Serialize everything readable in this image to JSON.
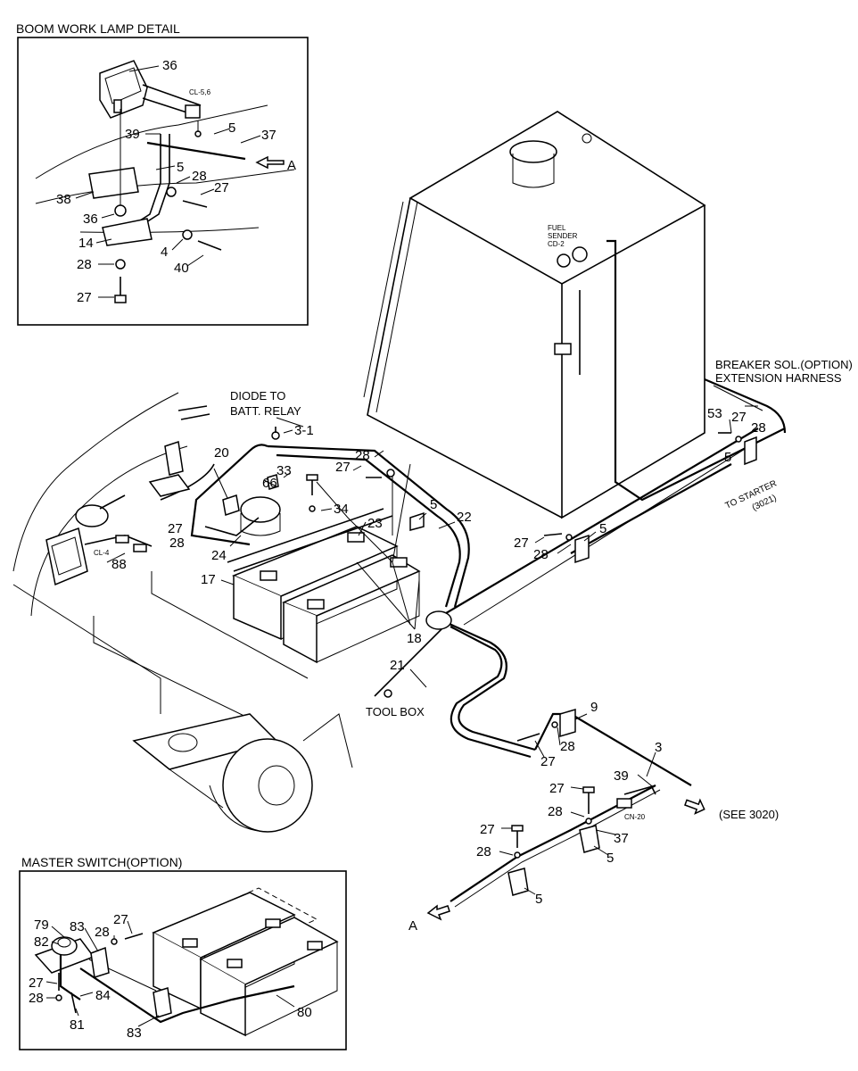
{
  "panels": {
    "boom_work_lamp": "BOOM WORK LAMP DETAIL",
    "master_switch": "MASTER SWITCH(OPTION)"
  },
  "labels": {
    "diode_line1": "DIODE TO",
    "diode_line2": "BATT. RELAY",
    "breaker_line1": "BREAKER SOL.(OPTION)",
    "breaker_line2": "EXTENSION HARNESS",
    "to_starter_line1": "TO STARTER",
    "to_starter_line2": "(3021)",
    "tool_box": "TOOL BOX",
    "see_3020": "(SEE 3020)",
    "arrow_a_main": "A",
    "arrow_a_detail": "A",
    "fuel_line1": "FUEL",
    "fuel_line2": "SENDER",
    "fuel_line3": "CD-2",
    "cl56": "CL-5,6",
    "cl4": "CL-4",
    "cn20": "CN-20"
  },
  "callouts": {
    "d36a": "36",
    "d39": "39",
    "d5a": "5",
    "d37": "37",
    "d5b": "5",
    "d28a": "28",
    "d27a": "27",
    "d38": "38",
    "d36b": "36",
    "d14": "14",
    "d4": "4",
    "d28b": "28",
    "d40": "40",
    "d27b": "27",
    "m31": "3-1",
    "m28a": "28",
    "m27a": "27",
    "m33": "33",
    "m20": "20",
    "m66": "66",
    "m34": "34",
    "m23": "23",
    "m5a": "5",
    "m22": "22",
    "m27b": "27",
    "m28b": "28",
    "m24": "24",
    "m88": "88",
    "m17": "17",
    "m18": "18",
    "m21": "21",
    "m53": "53",
    "m27c": "27",
    "m28c": "28",
    "m5b": "5",
    "m27d": "27",
    "m5c": "5",
    "m28d": "28",
    "m9": "9",
    "m28e": "28",
    "m27e": "27",
    "m3": "3",
    "m39": "39",
    "m27f": "27",
    "m28f": "28",
    "m37": "37",
    "m5d": "5",
    "m27g": "27",
    "m28g": "28",
    "m5e": "5",
    "s79": "79",
    "s82": "82",
    "s83a": "83",
    "s28a": "28",
    "s27a": "27",
    "s27b": "27",
    "s28b": "28",
    "s84": "84",
    "s81": "81",
    "s83b": "83",
    "s80": "80"
  }
}
